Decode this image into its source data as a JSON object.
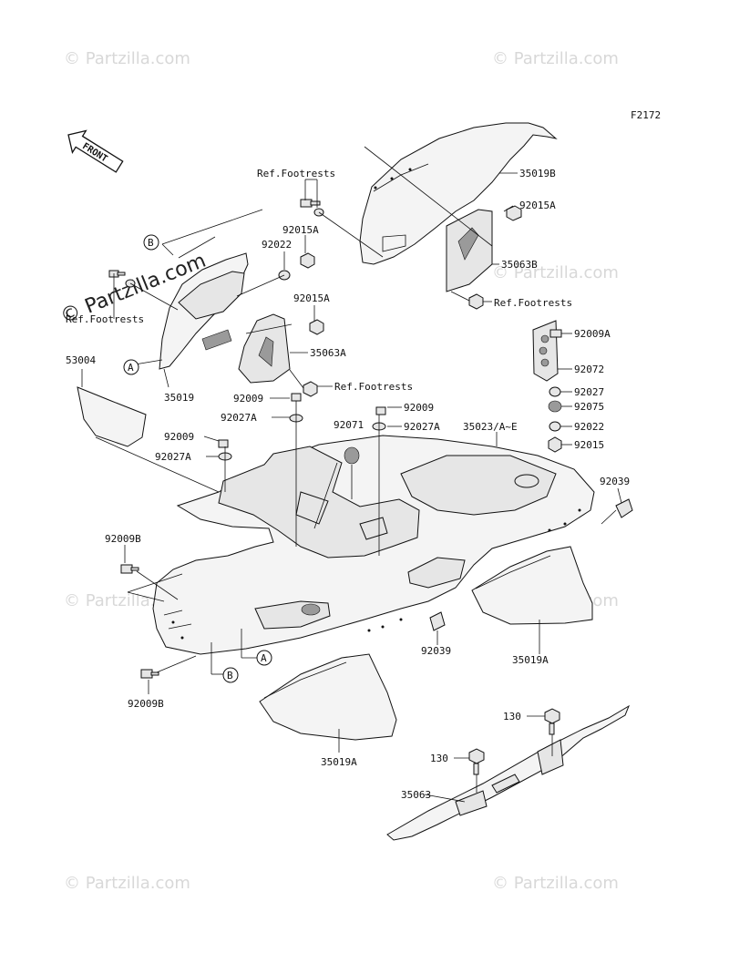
{
  "diagram_code": "F2172",
  "front_label": "FRONT",
  "watermark": "© Partzilla.com",
  "watermark_main": "Partzilla.com",
  "ref_footrests": "Ref.Footrests",
  "callouts": {
    "A": "A",
    "B": "B"
  },
  "parts": {
    "p35019B": "35019B",
    "p92015A_1": "92015A",
    "p92015A_2": "92015A",
    "p92015A_3": "92015A",
    "p35063B": "35063B",
    "p92022_1": "92022",
    "p35063A": "35063A",
    "p53004": "53004",
    "p35019": "35019",
    "p92009_1": "92009",
    "p92009_2": "92009",
    "p92009_3": "92009",
    "p92009A": "92009A",
    "p92072": "92072",
    "p92027": "92027",
    "p92075": "92075",
    "p92022_2": "92022",
    "p92015": "92015",
    "p92027A_1": "92027A",
    "p92027A_2": "92027A",
    "p92027A_3": "92027A",
    "p92071": "92071",
    "p35023": "35023/A~E",
    "p92039_1": "92039",
    "p92039_2": "92039",
    "p92009B_1": "92009B",
    "p92009B_2": "92009B",
    "p35019A_1": "35019A",
    "p35019A_2": "35019A",
    "p130_1": "130",
    "p130_2": "130",
    "p35063": "35063"
  }
}
